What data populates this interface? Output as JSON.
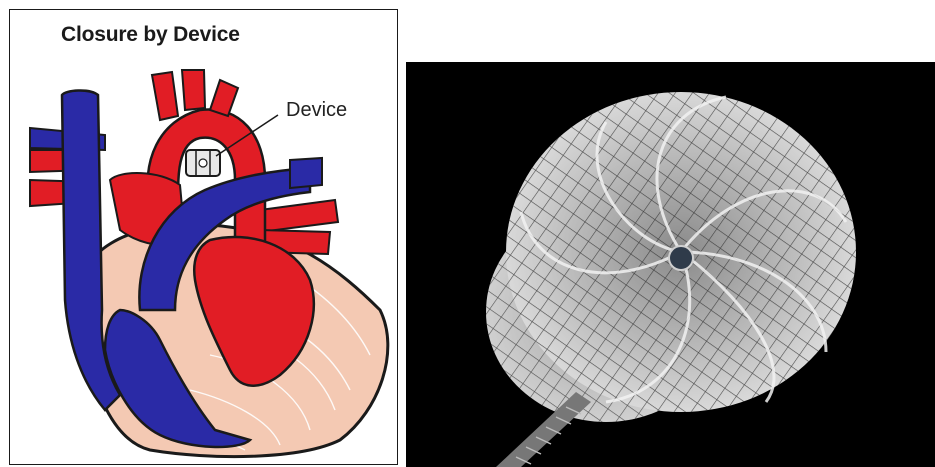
{
  "diagram": {
    "title": "Closure by Device",
    "device_label": "Device"
  },
  "colors": {
    "oxygenated": "#e11d25",
    "deoxygenated": "#2a2aa6",
    "myocardium": "#f4c9b3",
    "outline": "#1a1a1a",
    "background_photo": "#000000"
  },
  "icons": {
    "heart": "heart-illustration",
    "device": "closure-device-illustration",
    "photo": "mesh-occluder-photo"
  }
}
